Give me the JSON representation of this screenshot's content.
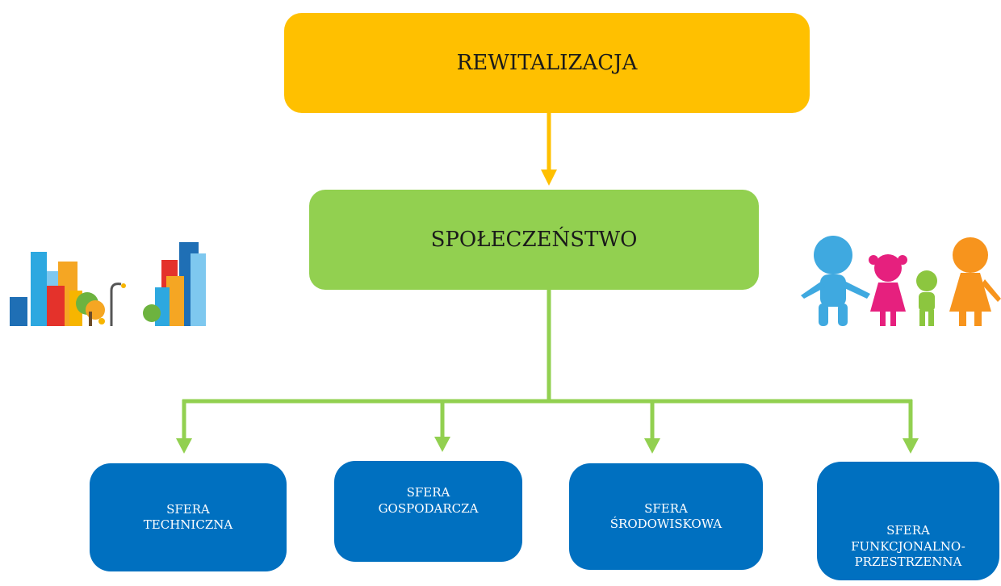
{
  "root": {
    "label": "REWITALIZACJA"
  },
  "society": {
    "label": "SPOŁECZEŃSTWO"
  },
  "spheres": [
    {
      "line1": "SFERA",
      "line2": "TECHNICZNA",
      "line3": ""
    },
    {
      "line1": "SFERA",
      "line2": "GOSPODARCZA",
      "line3": ""
    },
    {
      "line1": "SFERA",
      "line2": "ŚRODOWISKOWA",
      "line3": ""
    },
    {
      "line1": "SFERA",
      "line2": "FUNKCJONALNO-",
      "line3": "PRZESTRZENNA"
    }
  ],
  "colors": {
    "root": "#ffc000",
    "society": "#92d050",
    "sphere": "#0070c0",
    "root_arrow": "#ffc000",
    "tree_lines": "#92d050"
  },
  "illustrations": {
    "left": "city-skyline-icon",
    "right": "family-holding-hands-icon"
  }
}
